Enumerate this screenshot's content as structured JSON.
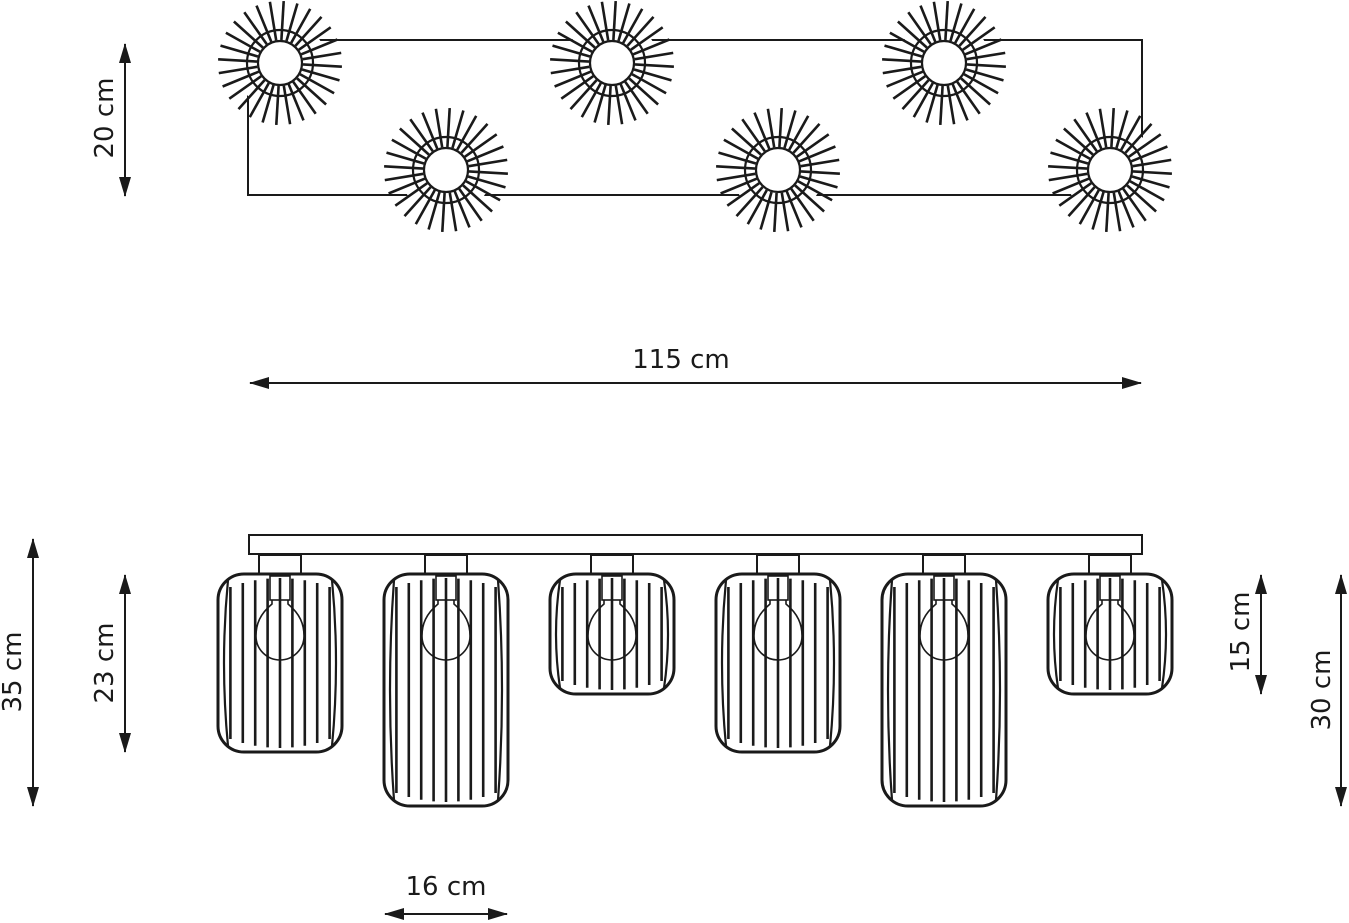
{
  "labels": {
    "top_height": "20 cm",
    "total_width": "115 cm",
    "total_height": "35 cm",
    "long_shade_height": "23 cm",
    "short_shade_height": "15 cm",
    "max_drop": "30 cm",
    "shade_width": "16 cm"
  },
  "top_view": {
    "shades": [
      "top-shade-1",
      "top-shade-2",
      "top-shade-3",
      "top-shade-4",
      "top-shade-5",
      "top-shade-6"
    ]
  },
  "front_view": {
    "shades": [
      {
        "id": "front-shade-1",
        "size": "medium"
      },
      {
        "id": "front-shade-2",
        "size": "long"
      },
      {
        "id": "front-shade-3",
        "size": "short"
      },
      {
        "id": "front-shade-4",
        "size": "medium"
      },
      {
        "id": "front-shade-5",
        "size": "long"
      },
      {
        "id": "front-shade-6",
        "size": "short"
      }
    ]
  },
  "colors": {
    "line": "#1a1a1a",
    "background": "#ffffff"
  }
}
